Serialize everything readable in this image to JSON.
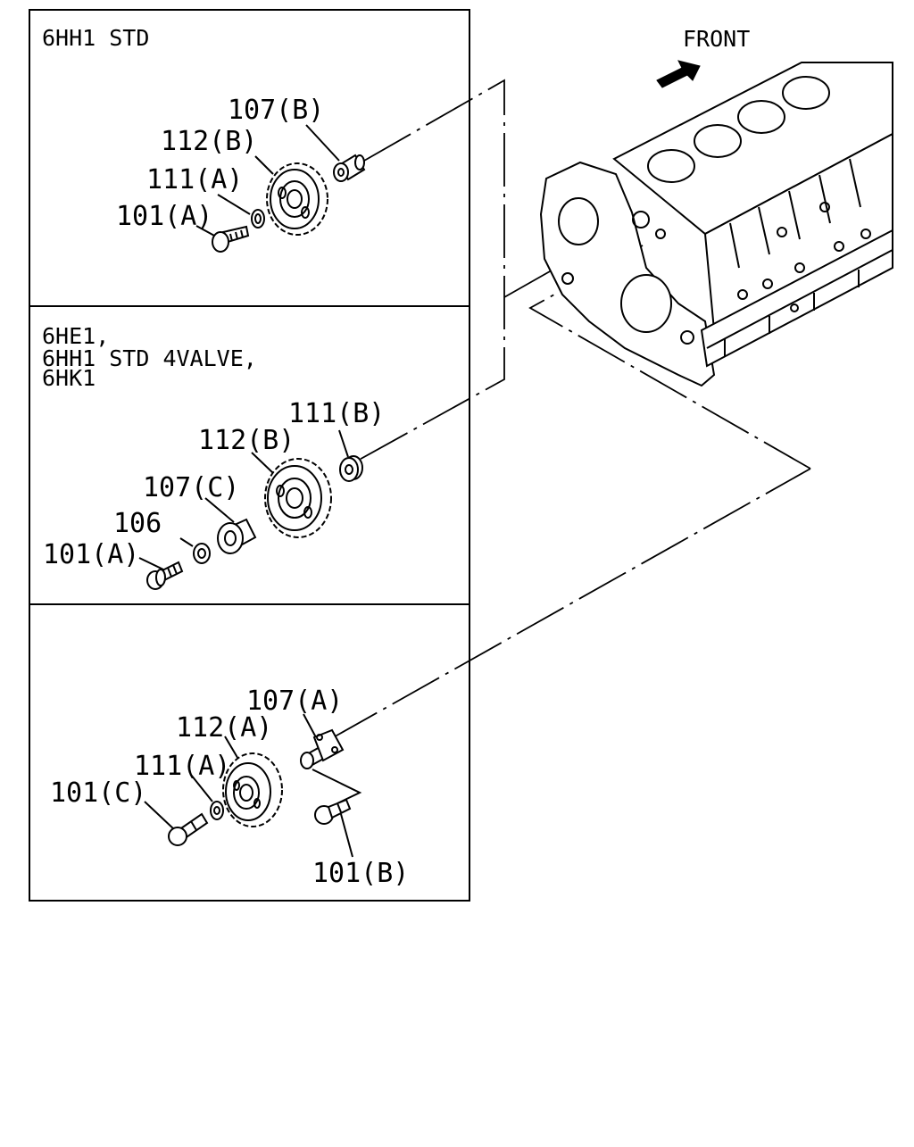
{
  "panels": {
    "top": {
      "heading": [
        "6HH1 STD"
      ],
      "labels": {
        "p107": "107(B)",
        "p112": "112(B)",
        "p111": "111(A)",
        "p101": "101(A)"
      }
    },
    "middle": {
      "heading": [
        "6HE1,",
        "6HH1 STD 4VALVE,",
        "6HK1"
      ],
      "labels": {
        "p111": "111(B)",
        "p112": "112(B)",
        "p107": "107(C)",
        "p106": "106",
        "p101": "101(A)"
      }
    },
    "bottom": {
      "labels": {
        "p107": "107(A)",
        "p112": "112(A)",
        "p111": "111(A)",
        "p101c": "101(C)",
        "p101b": "101(B)"
      }
    }
  },
  "engine": {
    "direction_label": "FRONT"
  }
}
